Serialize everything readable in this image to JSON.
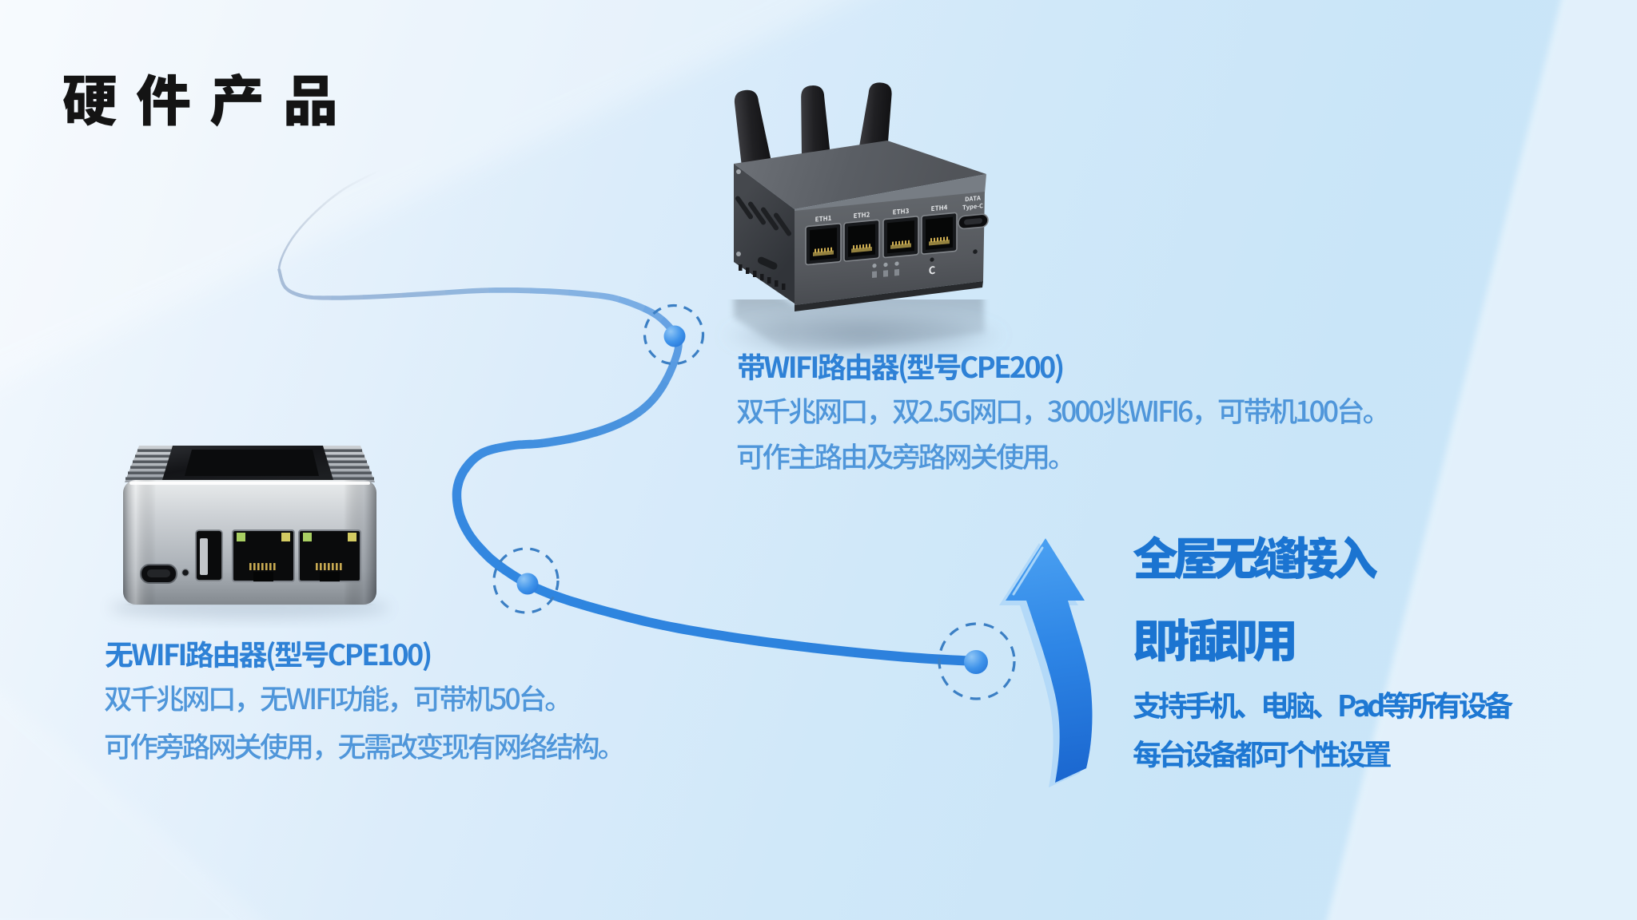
{
  "page": {
    "title": "硬件产品"
  },
  "products": [
    {
      "model_heading": "带WIFI路由器(型号CPE200)",
      "spec_line_1": "双千兆网口，双2.5G网口，3000兆WIFI6，可带机100台。",
      "spec_line_2": "可作主路由及旁路网关使用。",
      "device": {
        "kind": "wifi-router-3-antennas",
        "eth_port_labels": [
          "ETH1",
          "ETH2",
          "ETH3",
          "ETH4"
        ],
        "usb_label_line1": "DATA",
        "usb_label_line2": "Type-C",
        "logo_mark": "C"
      }
    },
    {
      "model_heading": "无WIFI路由器(型号CPE100)",
      "spec_line_1": "双千兆网口，无WIFI功能，可带机50台。",
      "spec_line_2": "可作旁路网关使用，无需改变现有网络结构。",
      "device": {
        "kind": "mini-router-silver-2-ports"
      }
    }
  ],
  "features": {
    "headline_1": "全屋无缝接入",
    "headline_2": "即插即用",
    "detail_1": "支持手机、电脑、Pad等所有设备",
    "detail_2": "每台设备都可个性设置"
  },
  "colors": {
    "title_text": "#141414",
    "product_heading_blue": "#2e81d6",
    "product_body_blue": "#4f96da",
    "feature_blue": "#1b74d1",
    "curve_blue": "#2e86e0",
    "background_light": "#eff6fc",
    "background_blue": "#c8e4f8"
  }
}
